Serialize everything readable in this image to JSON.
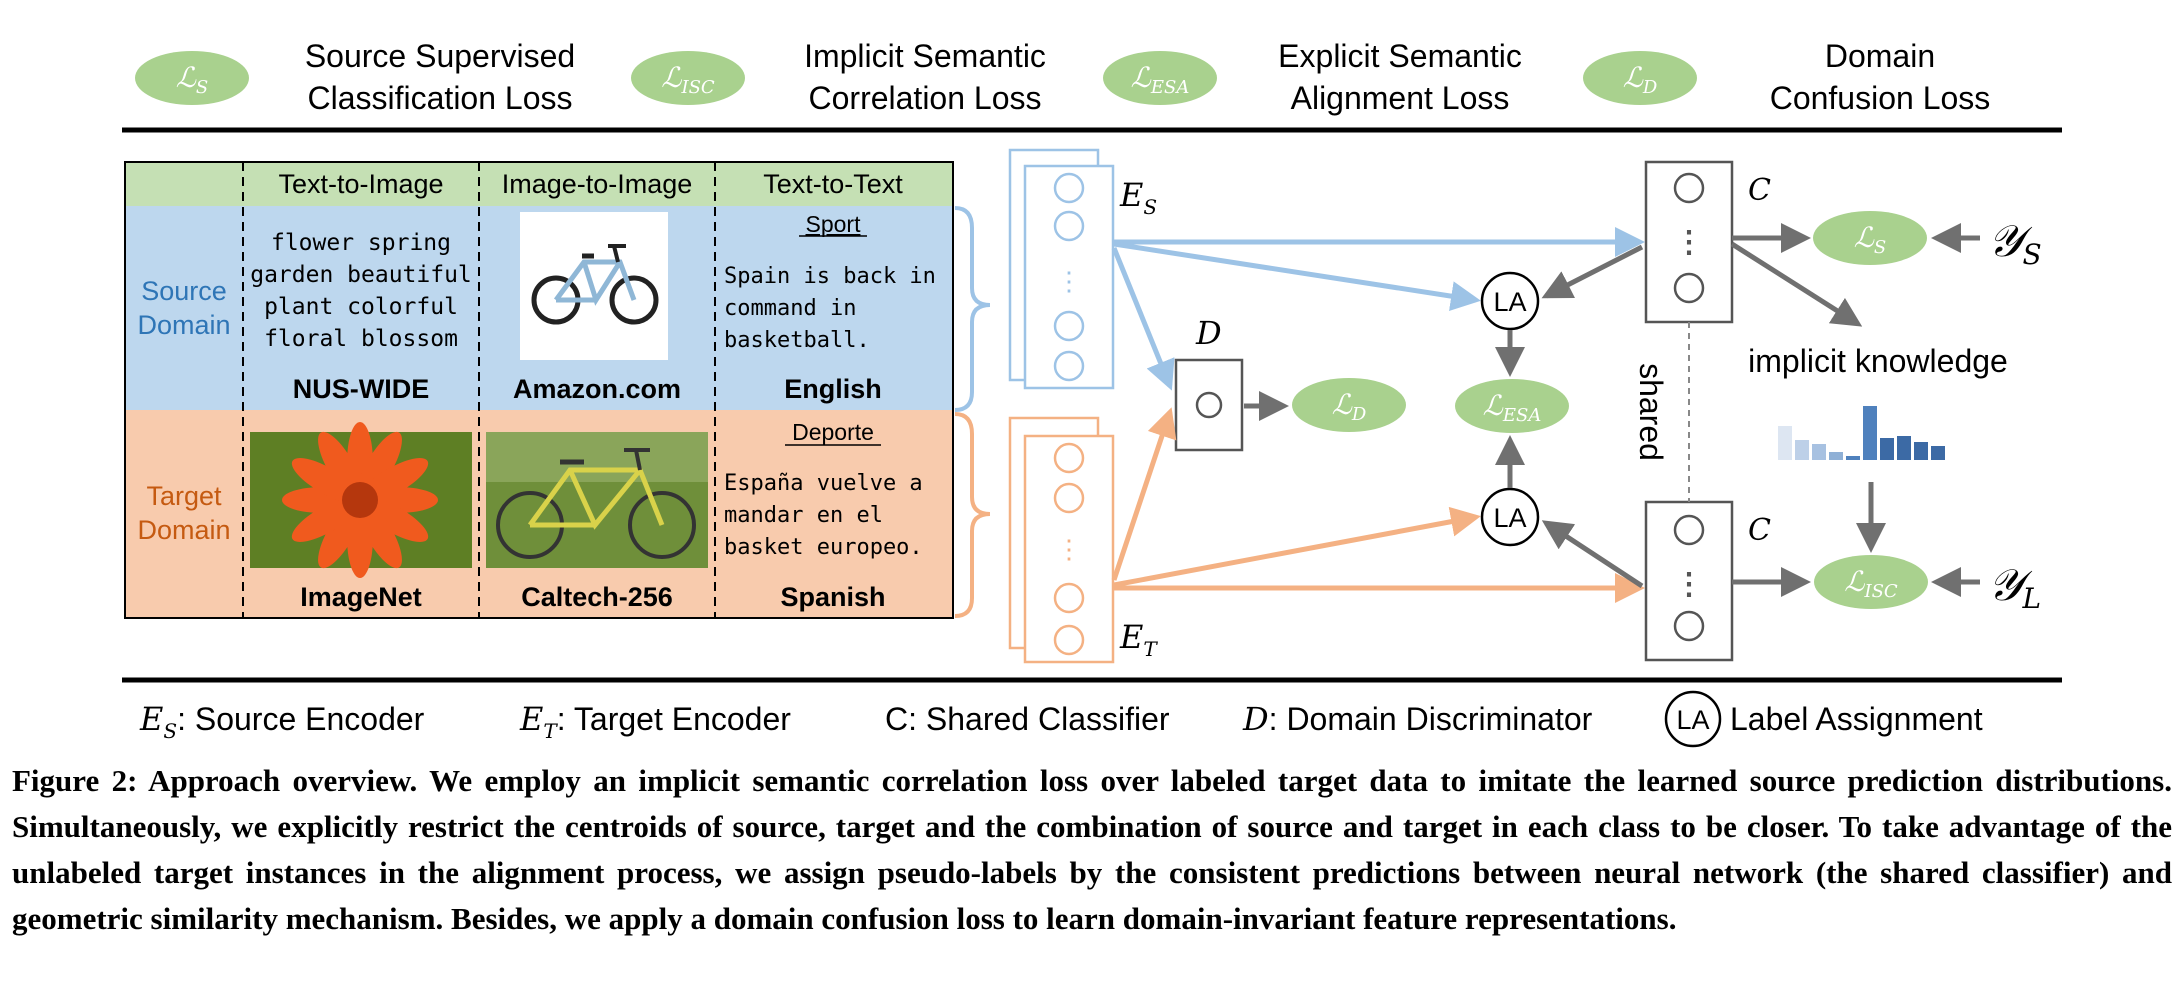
{
  "legend": [
    {
      "symbol_base": "ℒ",
      "symbol_sub": "S",
      "line1": "Source Supervised",
      "line2": "Classification Loss"
    },
    {
      "symbol_base": "ℒ",
      "symbol_sub": "ISC",
      "line1": "Implicit Semantic",
      "line2": "Correlation Loss"
    },
    {
      "symbol_base": "ℒ",
      "symbol_sub": "ESA",
      "line1": "Explicit Semantic",
      "line2": "Alignment Loss"
    },
    {
      "symbol_base": "ℒ",
      "symbol_sub": "D",
      "line1": "Domain",
      "line2": "Confusion Loss"
    }
  ],
  "table": {
    "columns": [
      "Text-to-Image",
      "Image-to-Image",
      "Text-to-Text"
    ],
    "source": {
      "label_line1": "Source",
      "label_line2": "Domain",
      "tags": [
        "flower spring",
        "garden beautiful",
        "plant colorful",
        "floral blossom"
      ],
      "sport_title": "Sport",
      "sport_text": [
        "Spain is back in",
        "command in",
        "basketball."
      ],
      "datasets": [
        "NUS-WIDE",
        "Amazon.com",
        "English"
      ]
    },
    "target": {
      "label_line1": "Target",
      "label_line2": "Domain",
      "sport_title": "Deporte",
      "sport_text": [
        "España vuelve a",
        "mandar en el",
        "basket europeo."
      ],
      "datasets": [
        "ImageNet",
        "Caltech-256",
        "Spanish"
      ]
    }
  },
  "diagram": {
    "es": {
      "base": "E",
      "sub": "S"
    },
    "et": {
      "base": "E",
      "sub": "T"
    },
    "d": "D",
    "c_top": "C",
    "c_bottom": "C",
    "la": "LA",
    "shared": "shared",
    "implicit_knowledge": "implicit knowledge",
    "ys": {
      "base": "𝒴",
      "sub": "S"
    },
    "yl": {
      "base": "𝒴",
      "sub": "L"
    },
    "dots": "⋮",
    "loss_d": {
      "base": "ℒ",
      "sub": "D"
    },
    "loss_esa": {
      "base": "ℒ",
      "sub": "ESA"
    },
    "loss_s": {
      "base": "ℒ",
      "sub": "S"
    },
    "loss_isc": {
      "base": "ℒ",
      "sub": "ISC"
    }
  },
  "bottom_legend": {
    "es": {
      "base": "E",
      "sub": "S",
      "text": ": Source Encoder"
    },
    "et": {
      "base": "E",
      "sub": "T",
      "text": ": Target Encoder"
    },
    "c": {
      "text": "C: Shared Classifier"
    },
    "d": {
      "base": "D",
      "text": ": Domain Discriminator"
    },
    "la": {
      "symbol": "LA",
      "text": "Label Assignment"
    }
  },
  "caption": "Figure 2: Approach overview. We employ an implicit semantic correlation loss over labeled target data to imitate the learned source prediction distributions. Simultaneously, we explicitly restrict the centroids of source, target and the combination of source and target in each class to be closer. To take advantage of the unlabeled target instances in the alignment process, we assign pseudo-labels by the consistent predictions between neural network (the shared classifier) and geometric similarity mechanism. Besides, we apply a domain confusion loss to learn domain-invariant feature representations.",
  "colors": {
    "loss_green": "#a9d18e",
    "header_green": "#c5e0b4",
    "source_blue": "#bdd7ee",
    "target_orange": "#f8cbad",
    "arrow_blue": "#9dc3e6",
    "arrow_orange": "#f4b183",
    "arrow_gray": "#707070",
    "source_text": "#2e75b6",
    "target_text": "#c55a11"
  }
}
